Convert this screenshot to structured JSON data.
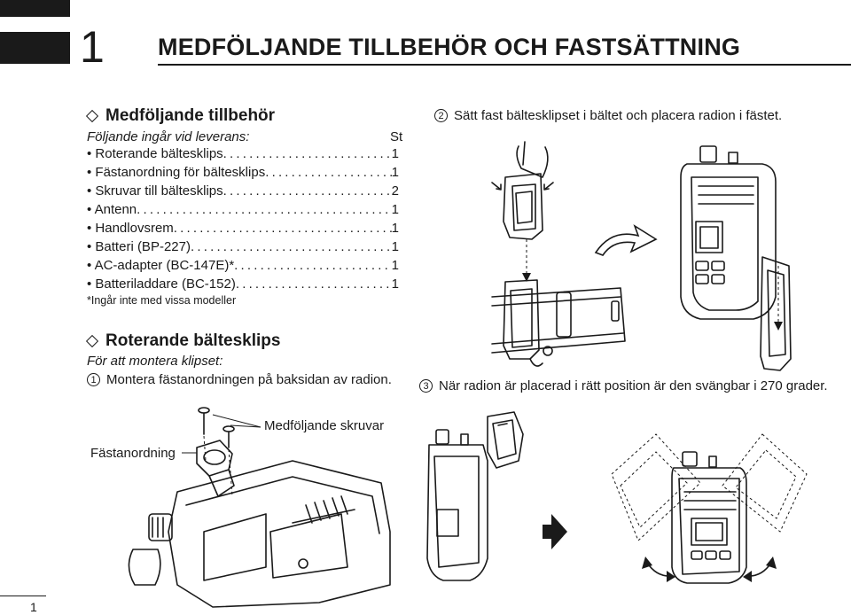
{
  "chapter": {
    "number": "1",
    "title": "MEDFÖLJANDE TILLBEHÖR OCH FASTSÄTTNING"
  },
  "supplied": {
    "heading": "Medföljande tillbehör",
    "intro": "Följande ingår vid leverans:",
    "qty_header": "St",
    "items": [
      {
        "label": "• Roterande bältesklips",
        "qty": "1"
      },
      {
        "label": "• Fästanordning för bältesklips",
        "qty": "1"
      },
      {
        "label": "• Skruvar till bältesklips",
        "qty": "2"
      },
      {
        "label": "• Antenn",
        "qty": "1"
      },
      {
        "label": "• Handlovsrem",
        "qty": "1"
      },
      {
        "label": "• Batteri (BP-227)",
        "qty": "1"
      },
      {
        "label": "• AC-adapter (BC-147E)*",
        "qty": "1"
      },
      {
        "label": "• Batteriladdare (BC-152)",
        "qty": "1"
      }
    ],
    "footnote": "*Ingår inte med vissa modeller"
  },
  "belt_clip": {
    "heading": "Roterande bältesklips",
    "intro": "För att montera klipset:",
    "step1_num": "1",
    "step1": "Montera fästanordningen på baksidan av radion.",
    "label_bracket": "Fästanordning",
    "label_screws": "Medföljande skruvar"
  },
  "step2": {
    "num": "2",
    "text": "Sätt fast bältesklipset i bältet och placera radion i fästet."
  },
  "step3": {
    "num": "3",
    "text": "När radion är placerad i rätt position är den svängbar i 270 grader."
  },
  "page_number": "1",
  "icons": [
    "diamond-bullet-icon",
    "circled-number-icon",
    "arrow-right-icon",
    "curved-arrow-icon",
    "rotate-arrow-icon"
  ]
}
